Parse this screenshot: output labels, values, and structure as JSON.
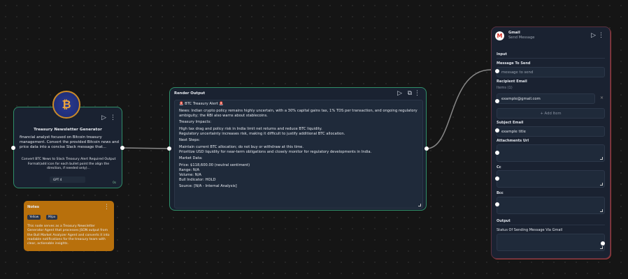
{
  "treasury_node": {
    "title": "Treasury Newsletter Generator",
    "description": "financial analyst focused on Bitcoin treasury management. Convert the provided Bitcoin news and price data into a concise Slack message that...",
    "prompt": "Convert BTC News to Slack Treasury Alert Required Output Format(add icon for each bullet point the align the direction, if needed only)...",
    "model": "GPT 4",
    "status": "0s"
  },
  "notes": {
    "title": "Notes",
    "color_select": "Yellow",
    "size_select": "M/px",
    "text": "This node serves as a Treasury Newsletter Generator Agent that processes JSON output from the Bull Market Analyzer Agent and converts it into readable notifications for the treasury team with clear, actionable insights.",
    "color": "#b8700c"
  },
  "render_output": {
    "title": "Render Output",
    "lines": [
      "🚨 BTC Treasury Alert 🚨",
      "News: Indian crypto policy remains highly uncertain, with a 30% capital gains tax, 1% TDS per transaction, and ongoing regulatory ambiguity; the RBI also warns about stablecoins.",
      "Treasury Impacts:",
      "High tax drag and policy risk in India limit net returns and reduce BTC liquidity.\nRegulatory uncertainty increases risk, making it difficult to justify additional BTC allocation.",
      "Next Steps:",
      "Maintain current BTC allocation; do not buy or withdraw at this time.\nPrioritize USD liquidity for near-term obligations and closely monitor for regulatory developments in India.",
      "Market Data:",
      "Price: $118,600.00 (neutral sentiment)\nRange: N/A\nVolume: N/A\nBull Indicator: HOLD",
      "Source: [N/A - Internal Analysis]"
    ]
  },
  "gmail": {
    "title": "Gmail",
    "subtitle": "Send Message",
    "input_label": "Input",
    "message_label": "Message To Send",
    "message_placeholder": "message to send",
    "recipient_label": "Recipient Email",
    "items_count": "Items (1)",
    "recipient_value": "example@gmail.com",
    "add_item": "+ Add Item",
    "subject_label": "Subject Email",
    "subject_value": "example title",
    "attachments_label": "Attachments Url",
    "cc_label": "Cc",
    "bcc_label": "Bcc",
    "output_label": "Output",
    "status_label": "Status Of Sending Message Via Gmail"
  }
}
